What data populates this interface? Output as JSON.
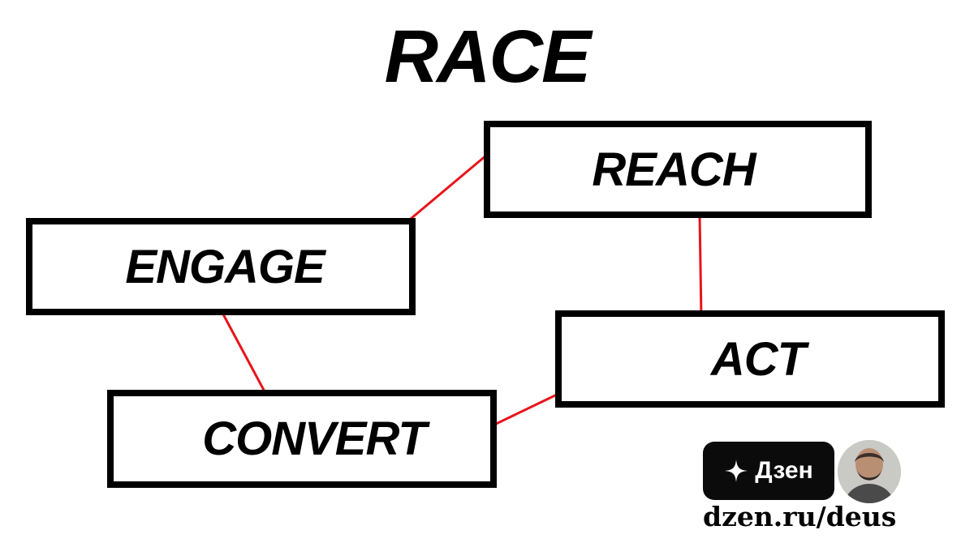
{
  "title": "RACE",
  "nodes": {
    "reach": "REACH",
    "engage": "ENGAGE",
    "act": "ACT",
    "convert": "CONVERT"
  },
  "connector_color": "#e8141b",
  "footer": {
    "badge_label": "Дзен",
    "badge_icon": "sparkle-star-icon",
    "avatar": "author-avatar",
    "url": "dzen.ru/deus"
  }
}
